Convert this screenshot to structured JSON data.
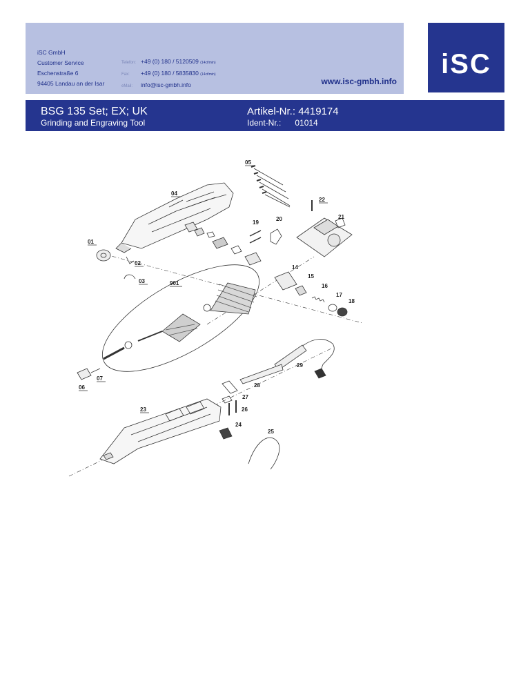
{
  "company": {
    "name": "iSC GmbH",
    "department": "Customer Service",
    "street": "Eschenstraße 6",
    "city": "94405 Landau an der Isar"
  },
  "contact": {
    "phone_label": "Telefon:",
    "phone": "+49 (0) 180 / 5120509",
    "phone_rate": "(14ct/min)",
    "fax_label": "Fax:",
    "fax": "+49 (0) 180 / 5835830",
    "fax_rate": "(14ct/min)",
    "email_label": "eMail:",
    "email": "info@isc-gmbh.info"
  },
  "website": "www.isc-gmbh.info",
  "logo_text": "iSC",
  "product": {
    "model": "BSG 135 Set; EX; UK",
    "description": "Grinding and Engraving Tool",
    "article_label": "Artikel-Nr.:",
    "article_number": "4419174",
    "ident_label": "Ident-Nr.:",
    "ident_number": "01014"
  },
  "part_labels": [
    "05",
    "04",
    "22",
    "21",
    "20",
    "19",
    "01",
    "02",
    "03",
    "14",
    "15",
    "16",
    "17",
    "18",
    "901",
    "29",
    "06",
    "07",
    "28",
    "27",
    "26",
    "23",
    "24",
    "25"
  ],
  "colors": {
    "brand": "#25358f",
    "header_bg": "#b7c0e1",
    "brand_text": "#1f2f8a"
  }
}
